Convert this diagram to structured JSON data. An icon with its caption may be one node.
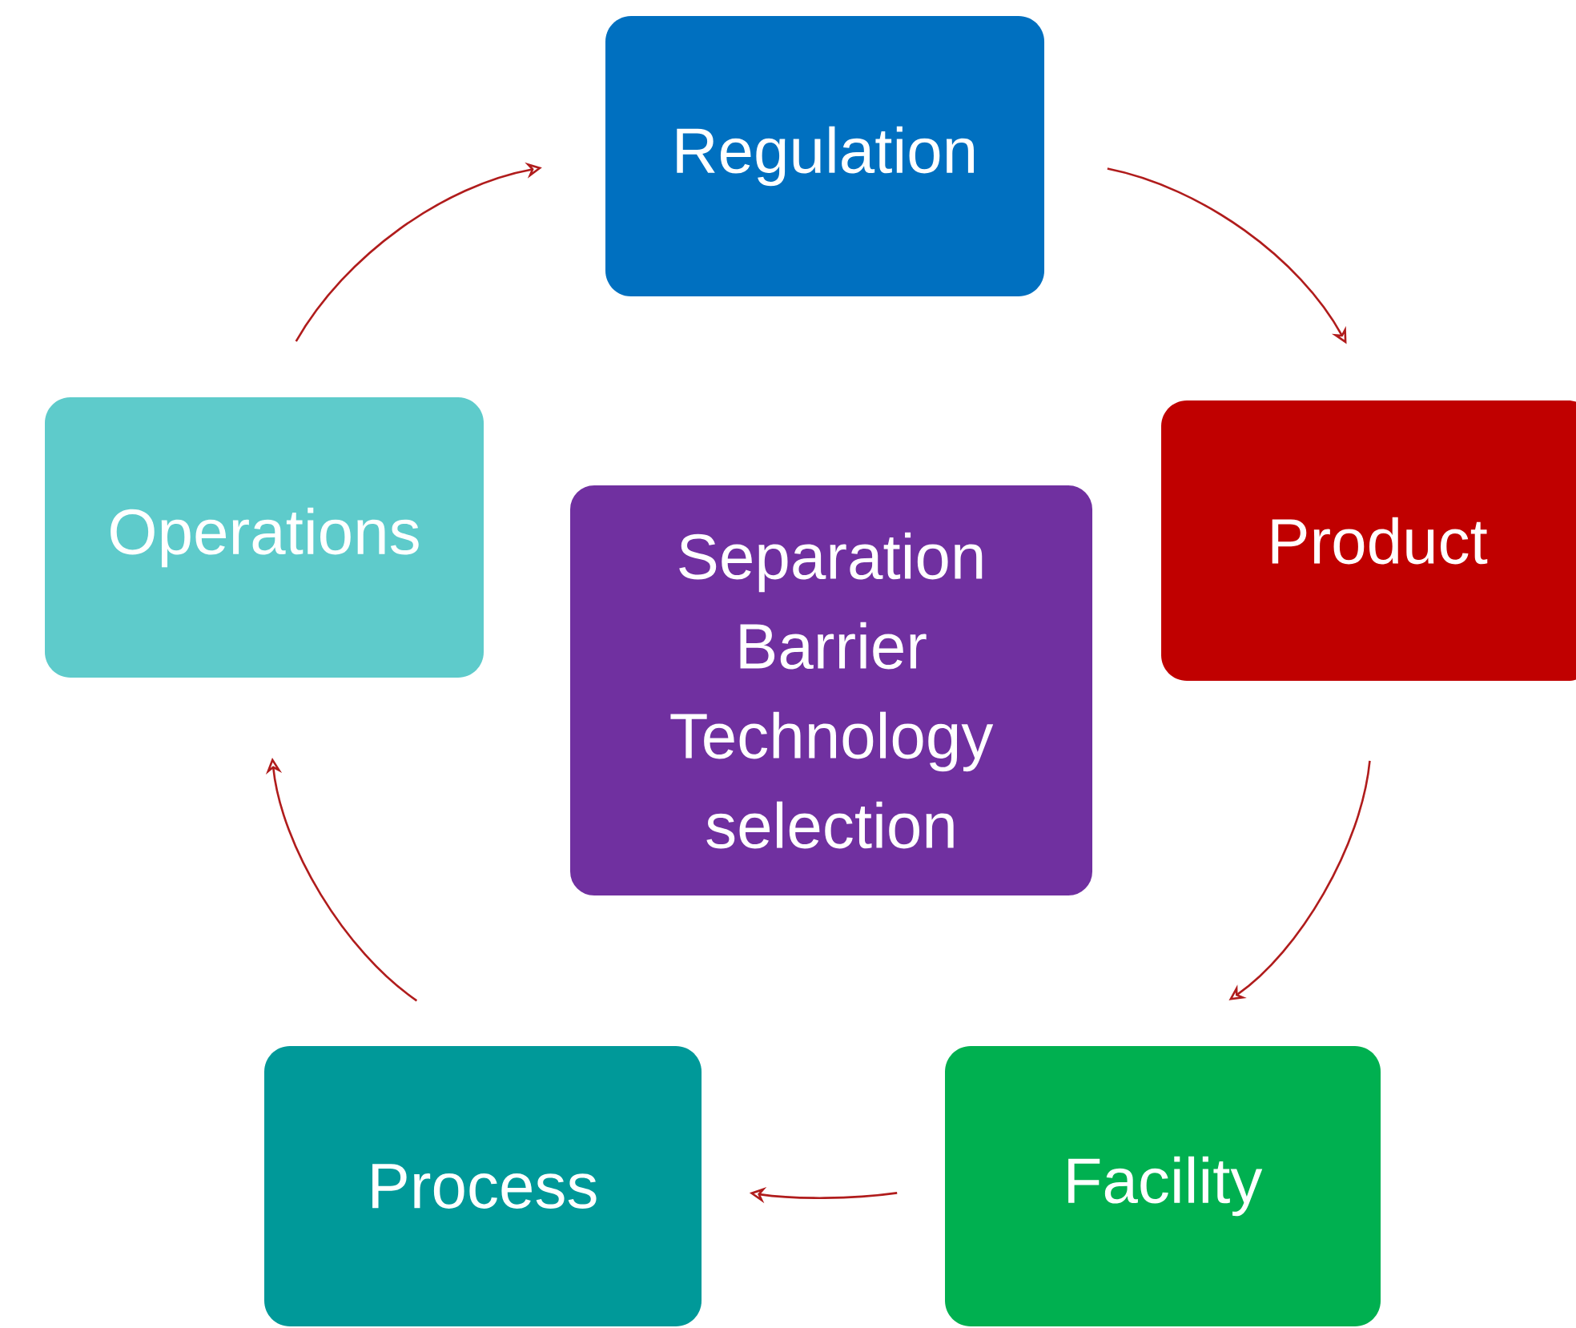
{
  "diagram": {
    "nodes": [
      {
        "text": [
          "Regulation"
        ]
      },
      {
        "text": [
          "Product"
        ]
      },
      {
        "text": [
          "Facility"
        ]
      },
      {
        "text": [
          "Process"
        ]
      },
      {
        "text": [
          "Operations"
        ]
      },
      {
        "text": [
          "Separation Barrier Technology selection"
        ]
      }
    ],
    "edges": [
      {
        "from": 0,
        "to": 1,
        "arrow": "to"
      },
      {
        "from": 1,
        "to": 2,
        "arrow": "to"
      },
      {
        "from": 2,
        "to": 3,
        "arrow": "to"
      },
      {
        "from": 3,
        "to": 4,
        "arrow": "to"
      },
      {
        "from": 4,
        "to": 0,
        "arrow": "to"
      }
    ]
  }
}
